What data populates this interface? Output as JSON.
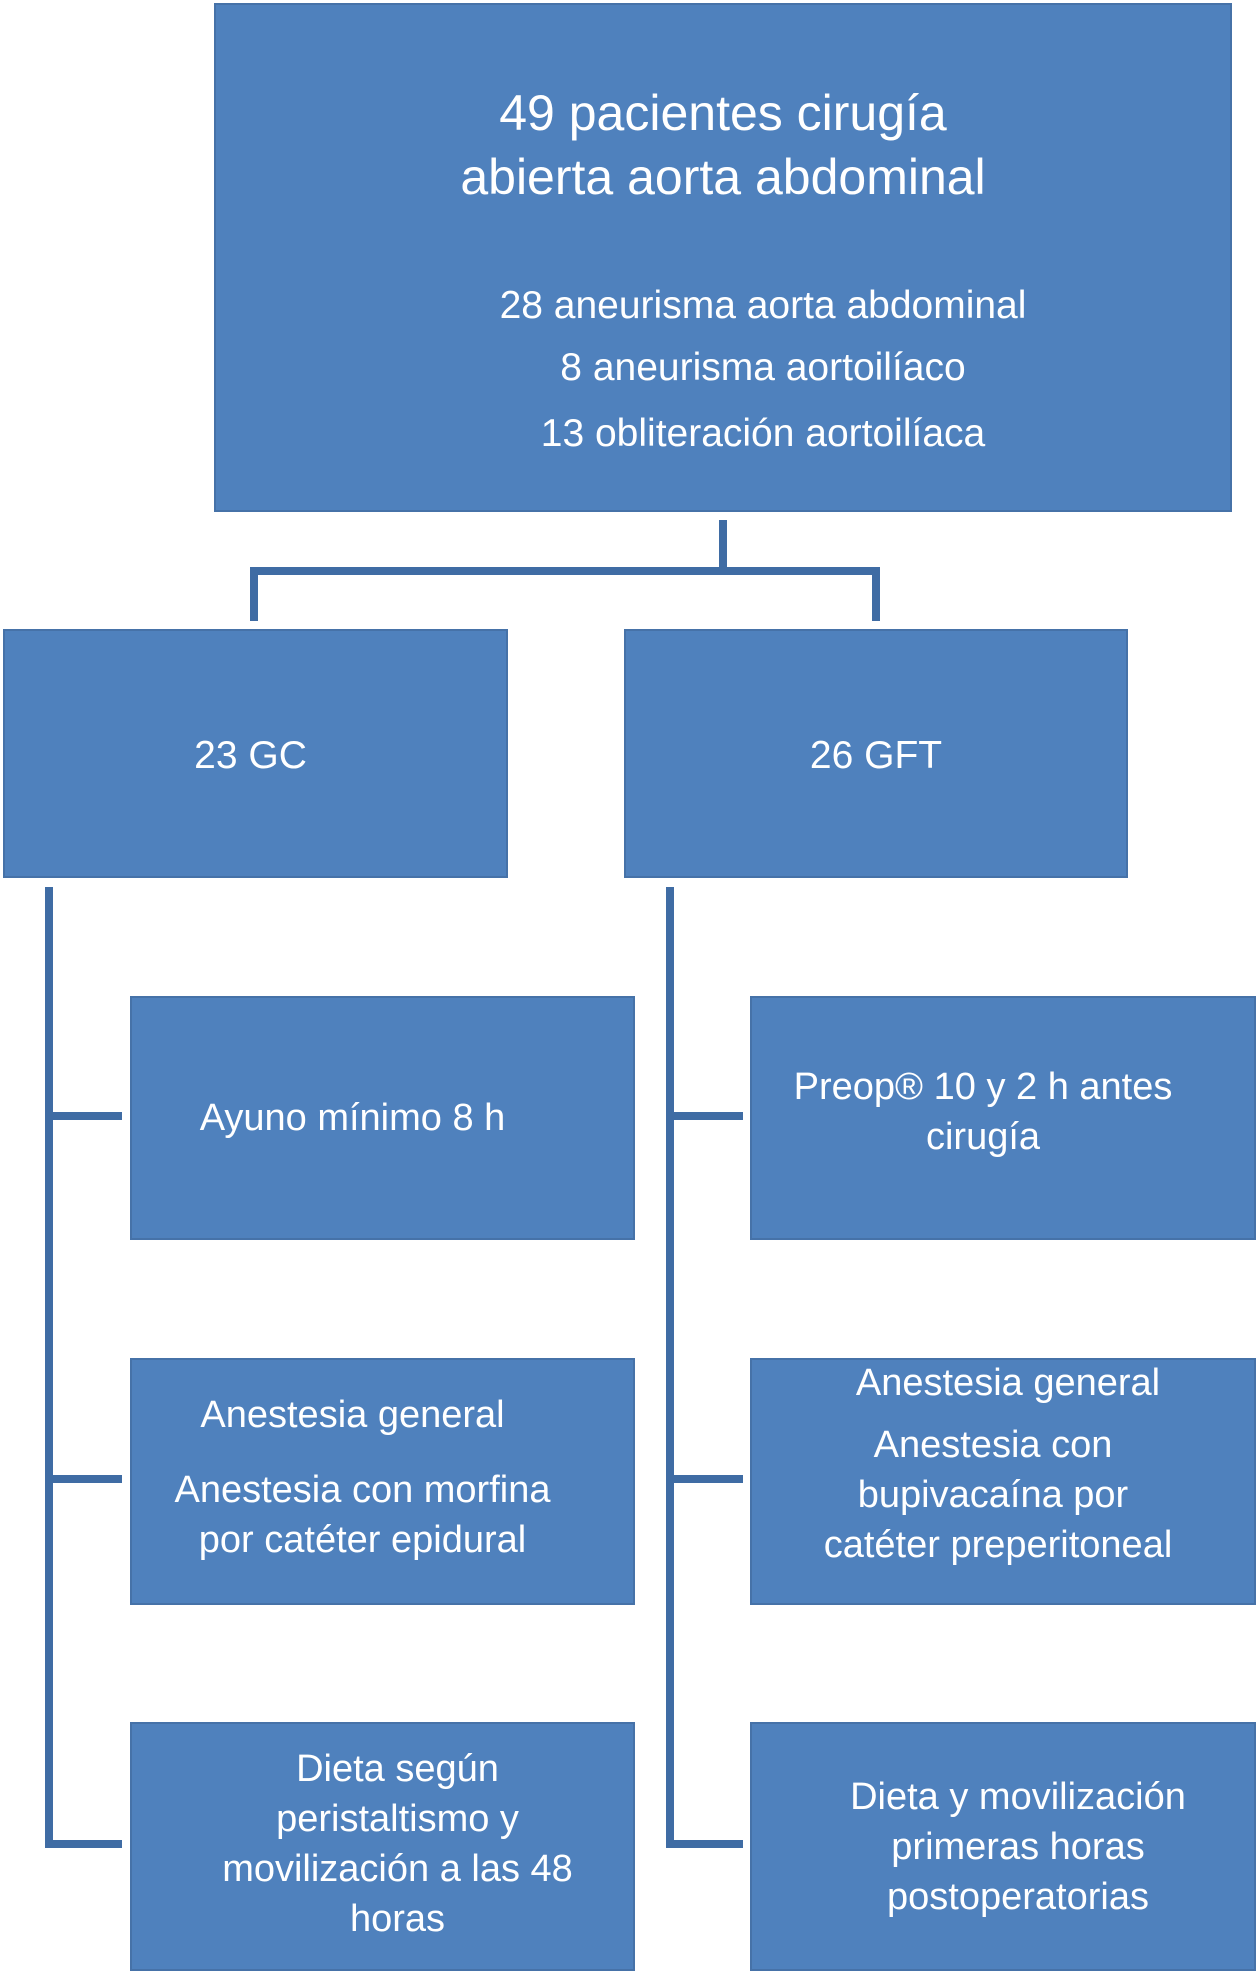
{
  "top": {
    "title_line1": "49 pacientes cirugía",
    "title_line2": "abierta aorta abdominal",
    "detail_line1": "28 aneurisma aorta abdominal",
    "detail_line2": "8 aneurisma aortoilíaco",
    "detail_line3": "13 obliteración aortoilíaca"
  },
  "left_group": {
    "label": "23 GC",
    "steps": [
      {
        "lines": [
          "Ayuno mínimo 8 h"
        ]
      },
      {
        "lines": [
          "Anestesia general",
          "Anestesia con morfina",
          "por catéter epidural"
        ]
      },
      {
        "lines": [
          "Dieta según",
          "peristaltismo y",
          "movilización a las 48",
          "horas"
        ]
      }
    ]
  },
  "right_group": {
    "label": "26 GFT",
    "steps": [
      {
        "lines": [
          "Preop® 10 y 2 h antes",
          "cirugía"
        ]
      },
      {
        "lines": [
          "Anestesia general",
          "Anestesia con",
          "bupivacaína  por",
          "catéter preperitoneal"
        ]
      },
      {
        "lines": [
          "Dieta y movilización",
          "primeras horas",
          "postoperatorias"
        ]
      }
    ]
  },
  "colors": {
    "box_fill": "#4f81bd",
    "box_border": "#4672a8",
    "connector": "#3f6ca4",
    "text": "#ffffff"
  }
}
